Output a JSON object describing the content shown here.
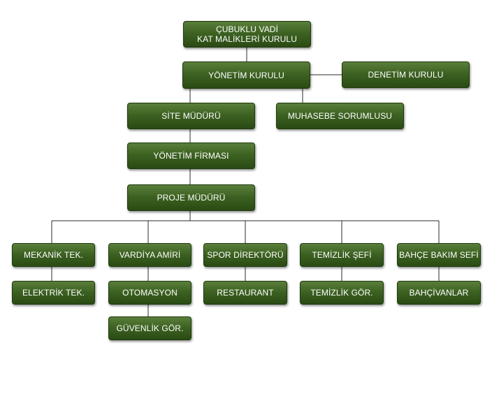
{
  "org_chart": {
    "root": {
      "line1": "ÇUBUKLU VADİ",
      "line2": "KAT MALİKLERİ KURULU"
    },
    "board": "YÖNETİM KURULU",
    "audit": "DENETİM KURULU",
    "site_manager": "SİTE MÜDÜRÜ",
    "accounting": "MUHASEBE SORUMLUSU",
    "management_firm": "YÖNETİM FİRMASI",
    "project_manager": "PROJE MÜDÜRÜ",
    "mechanical": "MEKANİK TEK.",
    "electrical": "ELEKTRİK TEK.",
    "shift_chief": "VARDİYA AMİRİ",
    "automation": "OTOMASYON",
    "security": "GÜVENLİK GÖR.",
    "sports_director": "SPOR DİREKTÖRÜ",
    "restaurant": "RESTAURANT",
    "cleaning_chief": "TEMİZLİK ŞEFİ",
    "cleaning_staff": "TEMİZLİK GÖR.",
    "garden_chief": "BAHÇE BAKIM SEFİ",
    "gardeners": "BAHÇİVANLAR"
  }
}
